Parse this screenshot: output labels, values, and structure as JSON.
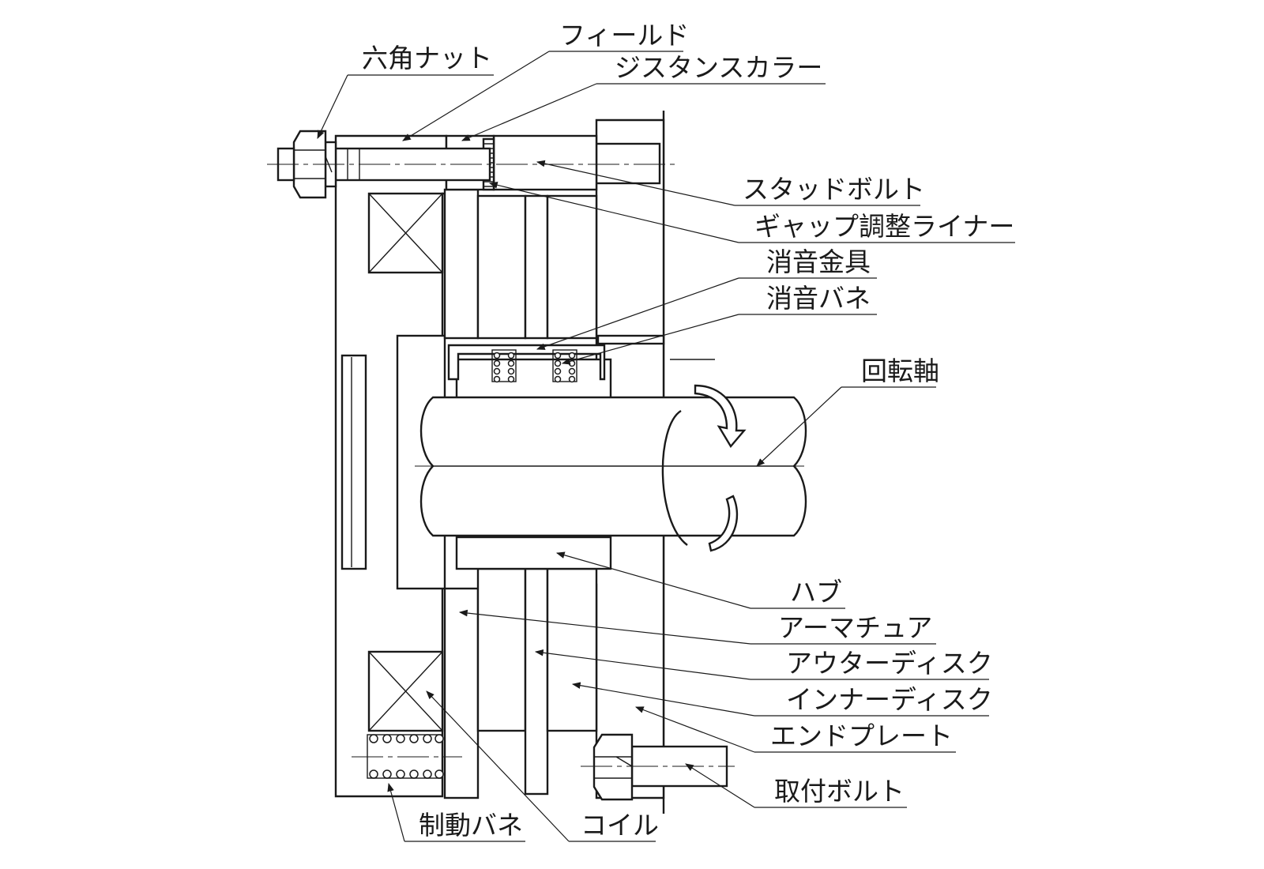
{
  "labels": {
    "hex_nut": "六角ナット",
    "field": "フィールド",
    "distance_collar": "ジスタンスカラー",
    "stud_bolt": "スタッドボルト",
    "gap_liner": "ギャップ調整ライナー",
    "silencer_bracket": "消音金具",
    "silencer_spring": "消音バネ",
    "shaft": "回転軸",
    "hub": "ハブ",
    "armature": "アーマチュア",
    "outer_disc": "アウターディスク",
    "inner_disc": "インナーディスク",
    "end_plate": "エンドプレート",
    "mounting_bolt": "取付ボルト",
    "brake_spring": "制動バネ",
    "coil": "コイル"
  },
  "colors": {
    "line": "#1a1a1a",
    "background": "#ffffff"
  }
}
